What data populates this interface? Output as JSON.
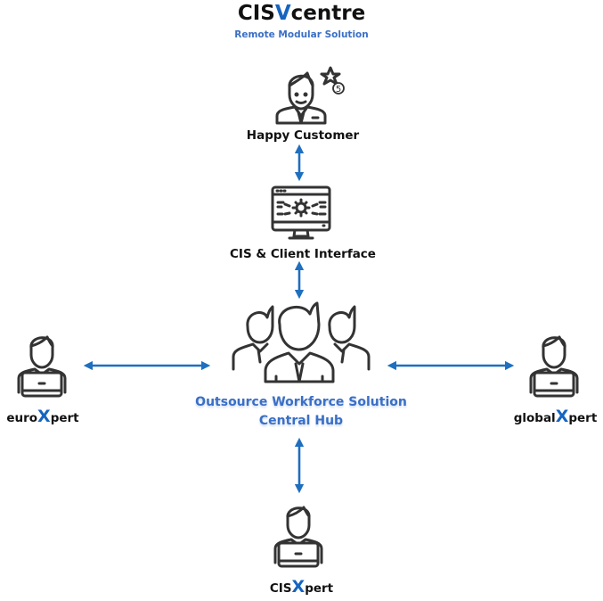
{
  "header": {
    "brand_prefix": "CIS",
    "brand_accent": "V",
    "brand_suffix": "centre",
    "tagline": "Remote Modular Solution"
  },
  "nodes": {
    "happy_customer": {
      "label": "Happy Customer",
      "icon": "customer-rating-icon",
      "rating": "5"
    },
    "interface": {
      "label": "CIS & Client Interface",
      "icon": "monitor-settings-icon"
    },
    "hub": {
      "line1": "Outsource Workforce Solution",
      "line2": "Central Hub",
      "icon": "team-icon"
    },
    "euro": {
      "prefix": "euro",
      "accent": "X",
      "suffix": "pert",
      "icon": "laptop-user-icon"
    },
    "global": {
      "prefix": "global",
      "accent": "X",
      "suffix": "pert",
      "icon": "laptop-user-icon"
    },
    "cis": {
      "prefix": "CIS",
      "accent": "X",
      "suffix": "pert",
      "icon": "laptop-user-icon"
    }
  },
  "connections": [
    {
      "from": "happy_customer",
      "to": "interface",
      "type": "bidirectional"
    },
    {
      "from": "interface",
      "to": "hub",
      "type": "bidirectional"
    },
    {
      "from": "euro",
      "to": "hub",
      "type": "bidirectional"
    },
    {
      "from": "hub",
      "to": "global",
      "type": "bidirectional"
    },
    {
      "from": "hub",
      "to": "cis",
      "type": "bidirectional"
    }
  ],
  "colors": {
    "accent": "#1565c0",
    "arrow": "#1f6fbf",
    "tagline": "#3a6fc6",
    "icon": "#333333"
  }
}
